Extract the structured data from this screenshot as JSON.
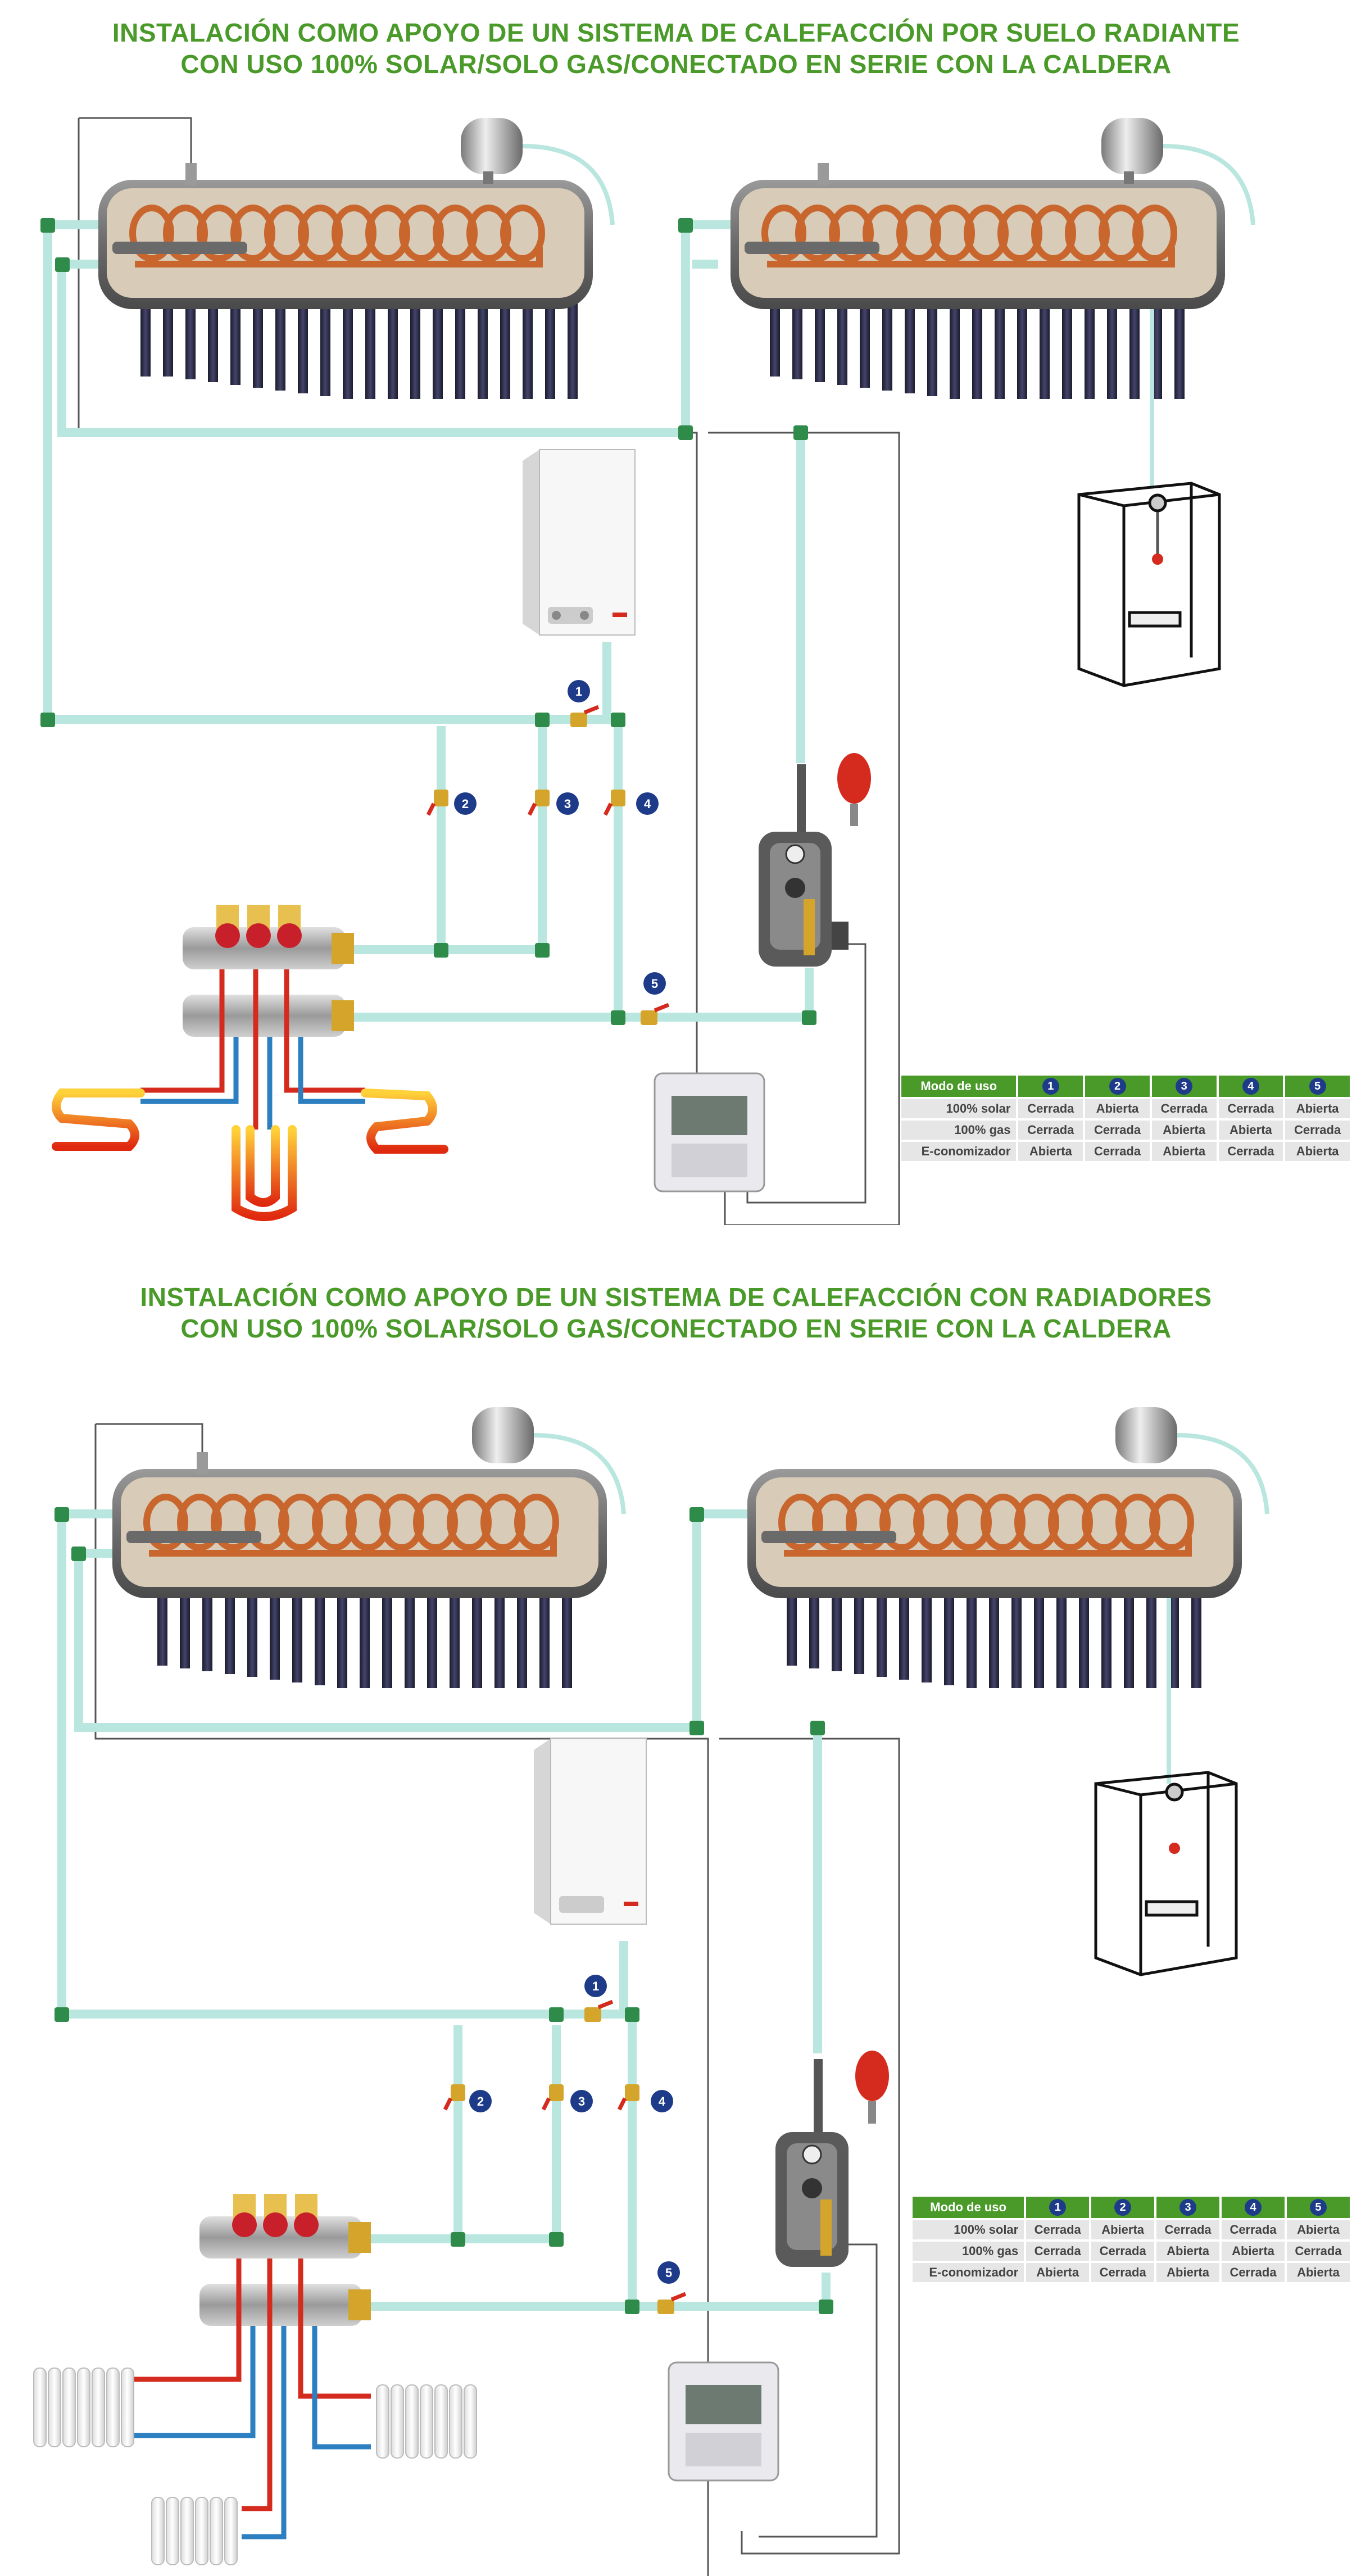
{
  "section1": {
    "title_line1": "INSTALACIÓN COMO APOYO DE UN SISTEMA DE CALEFACCIÓN POR SUELO RADIANTE",
    "title_line2": "CON USO 100% SOLAR/SOLO GAS/CONECTADO EN SERIE CON LA CALDERA"
  },
  "section2": {
    "title_line1": "INSTALACIÓN COMO APOYO DE UN SISTEMA DE CALEFACCIÓN CON RADIADORES",
    "title_line2": "CON USO 100% SOLAR/SOLO GAS/CONECTADO EN SERIE CON LA CALDERA"
  },
  "valve_labels": [
    "1",
    "2",
    "3",
    "4",
    "5"
  ],
  "table": {
    "header_mode": "Modo de uso",
    "columns": [
      "1",
      "2",
      "3",
      "4",
      "5"
    ],
    "rows": [
      {
        "label": "100% solar",
        "values": [
          "Cerrada",
          "Abierta",
          "Cerrada",
          "Cerrada",
          "Abierta"
        ]
      },
      {
        "label": "100% gas",
        "values": [
          "Cerrada",
          "Cerrada",
          "Abierta",
          "Abierta",
          "Cerrada"
        ]
      },
      {
        "label": "E-conomizador",
        "values": [
          "Abierta",
          "Cerrada",
          "Abierta",
          "Cerrada",
          "Abierta"
        ]
      }
    ]
  },
  "colors": {
    "title_green": "#4a9a2a",
    "pipe_green": "#b9e6de",
    "fitting_green": "#2e8b4a",
    "coil_orange": "#c8662e",
    "badge_blue": "#1e3b8a",
    "hot_red": "#d42b1e",
    "cold_blue": "#2c7fc0"
  }
}
